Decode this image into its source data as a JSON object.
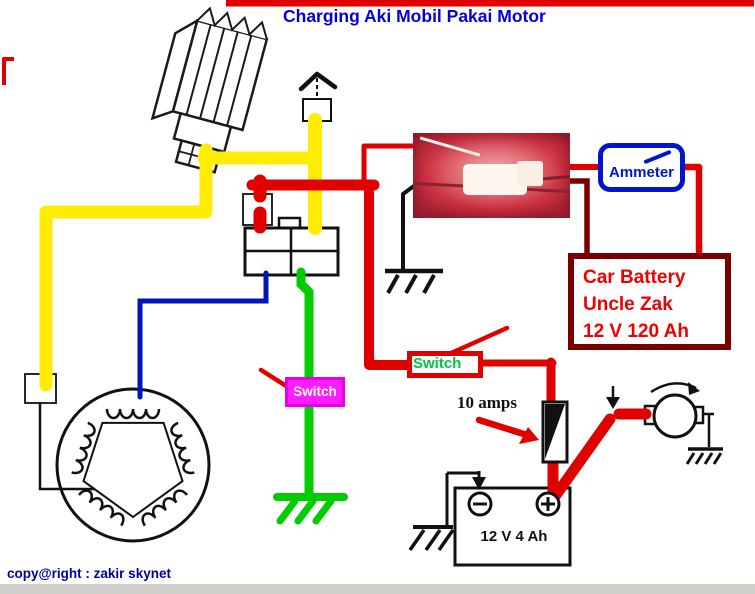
{
  "title": "Charging Aki Mobil Pakai Motor",
  "footer": {
    "copyright": "copy@right : zakir skynet"
  },
  "components": {
    "ammeter": {
      "label": "Ammeter"
    },
    "car_battery": {
      "line1": "Car Battery",
      "line2": "Uncle Zak",
      "line3": "12 V 120 Ah"
    },
    "ignition_switch": {
      "label": "Switch"
    },
    "charge_switch": {
      "label": "Switch"
    },
    "fuse": {
      "label": "10 amps"
    },
    "small_battery": {
      "label": "12 V 4 Ah",
      "minus": "−",
      "plus": "+"
    }
  },
  "colors": {
    "yellow": "#ffec00",
    "red": "#e00000",
    "maroon": "#7a0000",
    "blue_wire": "#0016bb",
    "green": "#00cc00",
    "magenta": "#ff1cff",
    "title_blue": "#0000dd",
    "copyright_blue": "#000099",
    "battery_text_red": "#ee0000",
    "switch_text_green": "#00c53f",
    "black": "#111111"
  }
}
